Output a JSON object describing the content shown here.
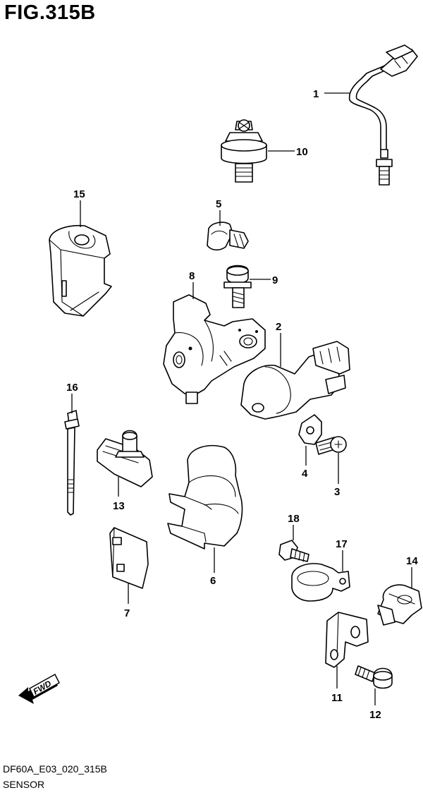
{
  "header": {
    "title": "FIG.315B"
  },
  "footer": {
    "code": "DF60A_E03_020_315B",
    "subtitle": "SENSOR"
  },
  "fwd_badge": {
    "label": "FWD"
  },
  "parts": [
    {
      "key": "p1",
      "number": "1"
    },
    {
      "key": "p2",
      "number": "2"
    },
    {
      "key": "p3",
      "number": "3"
    },
    {
      "key": "p4",
      "number": "4"
    },
    {
      "key": "p5",
      "number": "5"
    },
    {
      "key": "p6",
      "number": "6"
    },
    {
      "key": "p7",
      "number": "7"
    },
    {
      "key": "p8",
      "number": "8"
    },
    {
      "key": "p9",
      "number": "9"
    },
    {
      "key": "p10",
      "number": "10"
    },
    {
      "key": "p11",
      "number": "11"
    },
    {
      "key": "p12",
      "number": "12"
    },
    {
      "key": "p13",
      "number": "13"
    },
    {
      "key": "p14",
      "number": "14"
    },
    {
      "key": "p15",
      "number": "15"
    },
    {
      "key": "p16",
      "number": "16"
    },
    {
      "key": "p17",
      "number": "17"
    },
    {
      "key": "p18",
      "number": "18"
    }
  ]
}
